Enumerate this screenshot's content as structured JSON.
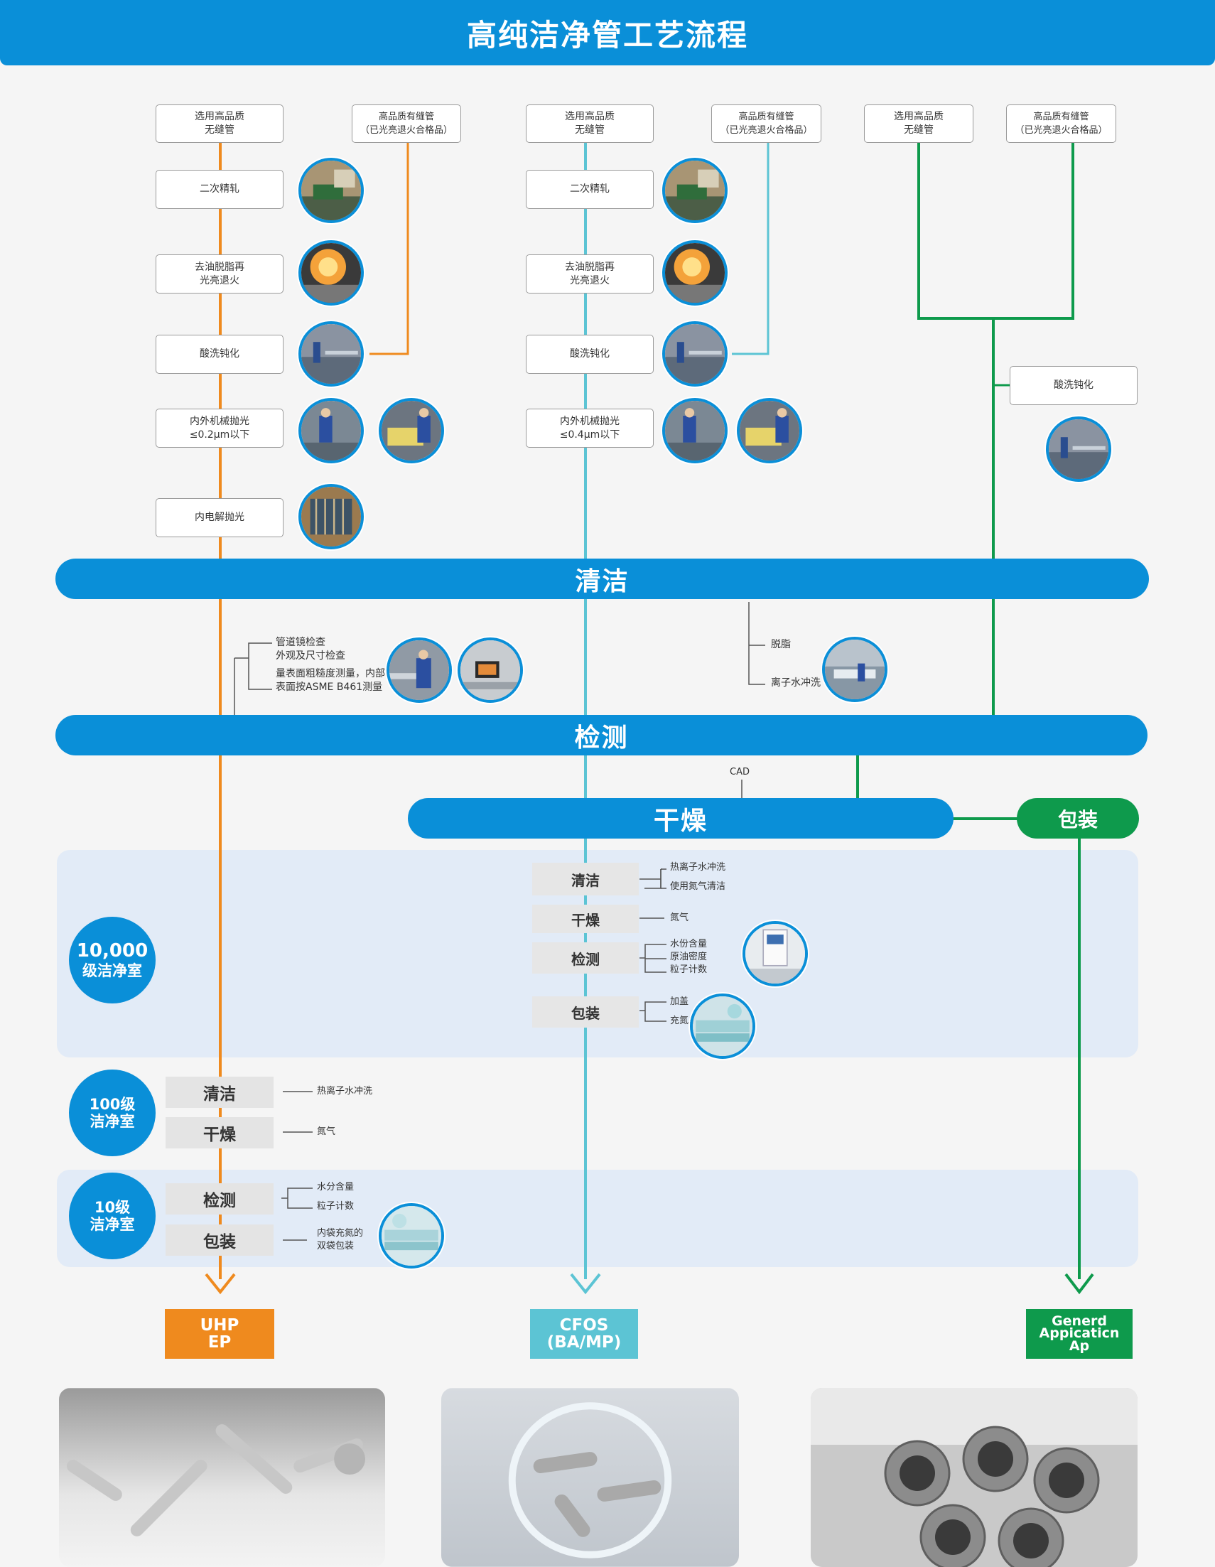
{
  "header": {
    "title": "高纯洁净管工艺流程"
  },
  "col1": {
    "raw_seamless": "选用高品质\n无缝管",
    "raw_welded": "高品质有缝管\n（已光亮退火合格品）",
    "cold_roll": "二次精轧",
    "degrease": "去油脱脂再\n光亮退火",
    "pickling": "酸洗钝化",
    "mech_polish": "内外机械抛光\n≤0.2μm以下",
    "electro_polish": "内电解抛光"
  },
  "col2": {
    "raw_seamless": "选用高品质\n无缝管",
    "raw_welded": "高品质有缝管\n（已光亮退火合格品）",
    "cold_roll": "二次精轧",
    "degrease": "去油脱脂再\n光亮退火",
    "pickling": "酸洗钝化",
    "mech_polish": "内外机械抛光\n≤0.4μm以下"
  },
  "col3": {
    "raw_seamless": "选用高品质\n无缝管",
    "raw_welded": "高品质有缝管\n（已光亮退火合格品）",
    "pickling": "酸洗钝化"
  },
  "bars": {
    "clean": "清洁",
    "inspect": "检测",
    "dry": "干燥",
    "pack": "包装"
  },
  "inspect_notes": [
    "管道镜检查",
    "外观及尺寸检查",
    "量表面粗糙度测量，内部",
    "表面按ASME B461测量"
  ],
  "clean_notes": {
    "degrease": "脱脂",
    "rinse": "离子水冲洗"
  },
  "cad": "CAD",
  "room10000": {
    "badge_num": "10,000",
    "badge_text": "级洁净室",
    "steps": {
      "clean": "清洁",
      "dry": "干燥",
      "inspect": "检测",
      "pack": "包装"
    },
    "clean_notes": [
      "热离子水冲洗",
      "使用氮气清洁"
    ],
    "dry_note": "氮气",
    "inspect_notes": [
      "水份含量",
      "原油密度",
      "粒子计数"
    ],
    "pack_notes": [
      "加盖",
      "充氮单袋包装"
    ]
  },
  "room100": {
    "badge_num": "100级",
    "badge_text": "洁净室",
    "steps": {
      "clean": "清洁",
      "dry": "干燥"
    },
    "clean_note": "热离子水冲洗",
    "dry_note": "氮气"
  },
  "room10": {
    "badge_num": "10级",
    "badge_text": "洁净室",
    "steps": {
      "inspect": "检测",
      "pack": "包装"
    },
    "inspect_notes": [
      "水分含量",
      "粒子计数"
    ],
    "pack_notes": [
      "内袋充氮的",
      "双袋包装"
    ]
  },
  "products": {
    "uhp": [
      "UHP",
      "EP"
    ],
    "cfos": [
      "CFOS",
      "(BA/MP)"
    ],
    "general": [
      "Generd",
      "Appicaticn",
      "Ap"
    ]
  },
  "colors": {
    "orange": "#ef8a1e",
    "cyan": "#5cc4d4",
    "green": "#0e9a4c",
    "blue": "#0a8fd8"
  },
  "icons": [
    "arrow-down-icon"
  ]
}
